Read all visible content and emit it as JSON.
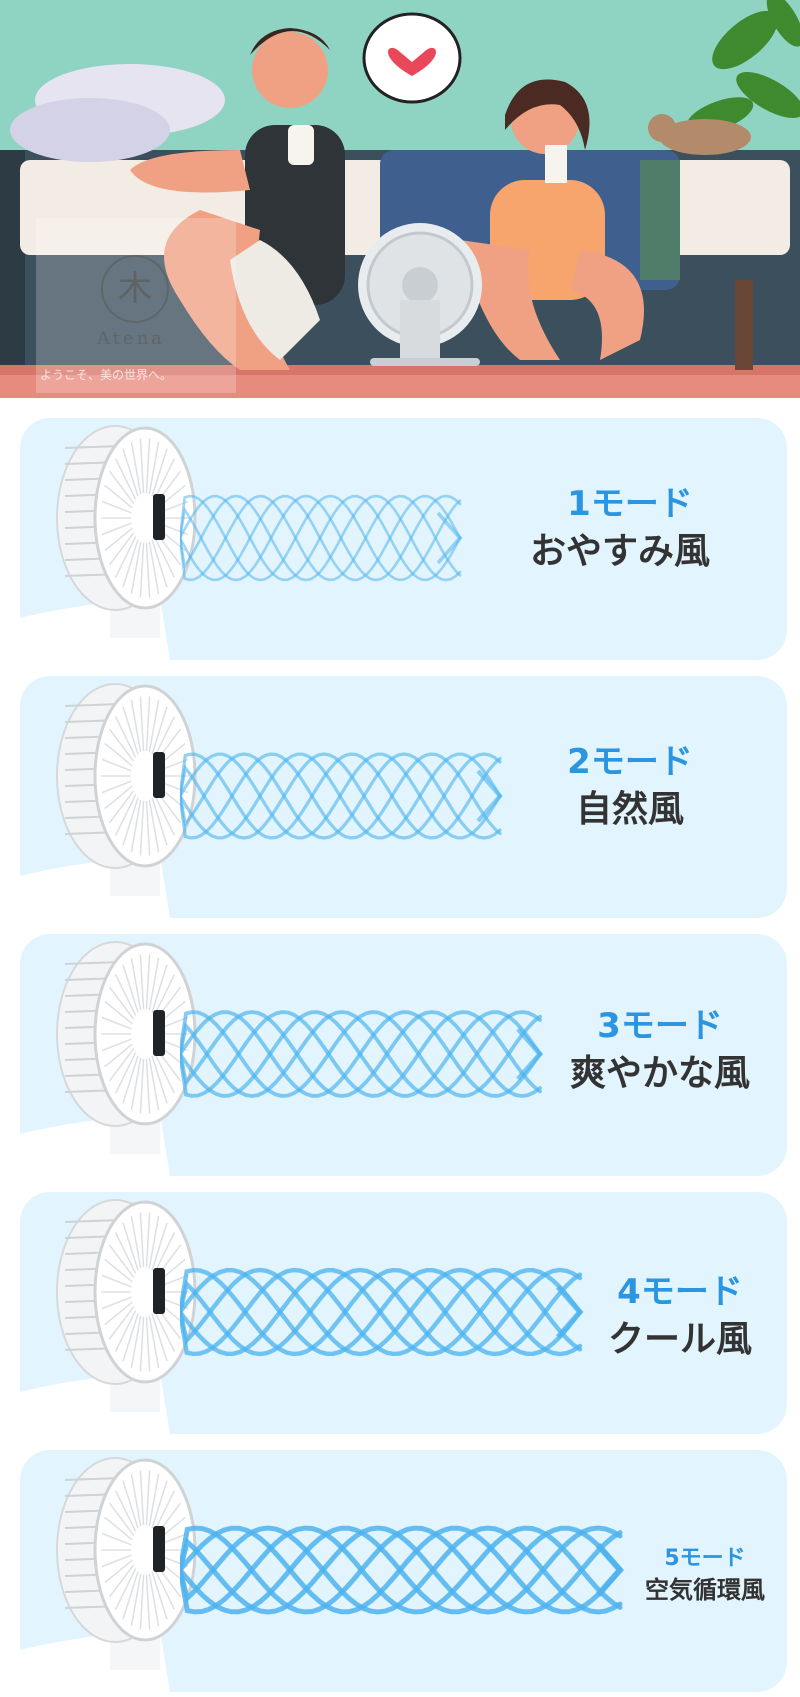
{
  "hero": {
    "watermark_symbol": "木",
    "watermark_name": "Atena",
    "watermark_tagline": "ようこそ、美の世界へ。",
    "speech_bubble_icon": "heart-icon"
  },
  "colors": {
    "card_background": "#e2f4fd",
    "mode_label": "#2b95df",
    "mode_name": "#333333",
    "wind": "#4db3ee"
  },
  "modes": [
    {
      "label": "1モード",
      "name": "おやすみ風"
    },
    {
      "label": "2モード",
      "name": "自然風"
    },
    {
      "label": "3モード",
      "name": "爽やかな風"
    },
    {
      "label": "4モード",
      "name": "クール風"
    },
    {
      "label": "5モード",
      "name": "空気循環風"
    }
  ]
}
